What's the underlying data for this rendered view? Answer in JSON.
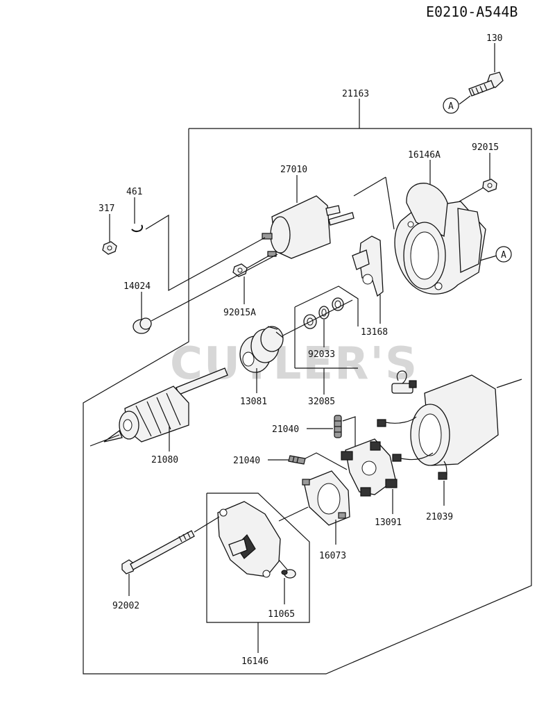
{
  "diagram_code": "E0210-A544B",
  "watermark": "CUTLER'S",
  "callout_marker": "A",
  "part_numbers": {
    "p130": "130",
    "p21163": "21163",
    "p16146A": "16146A",
    "p92015": "92015",
    "p27010": "27010",
    "p461": "461",
    "p317": "317",
    "p14024": "14024",
    "p92015A": "92015A",
    "p13168": "13168",
    "p92033": "92033",
    "p32085": "32085",
    "p13081": "13081",
    "p21080": "21080",
    "p21040a": "21040",
    "p21040b": "21040",
    "p13091": "13091",
    "p21039": "21039",
    "p16073": "16073",
    "p92002": "92002",
    "p11065": "11065",
    "p16146": "16146"
  }
}
